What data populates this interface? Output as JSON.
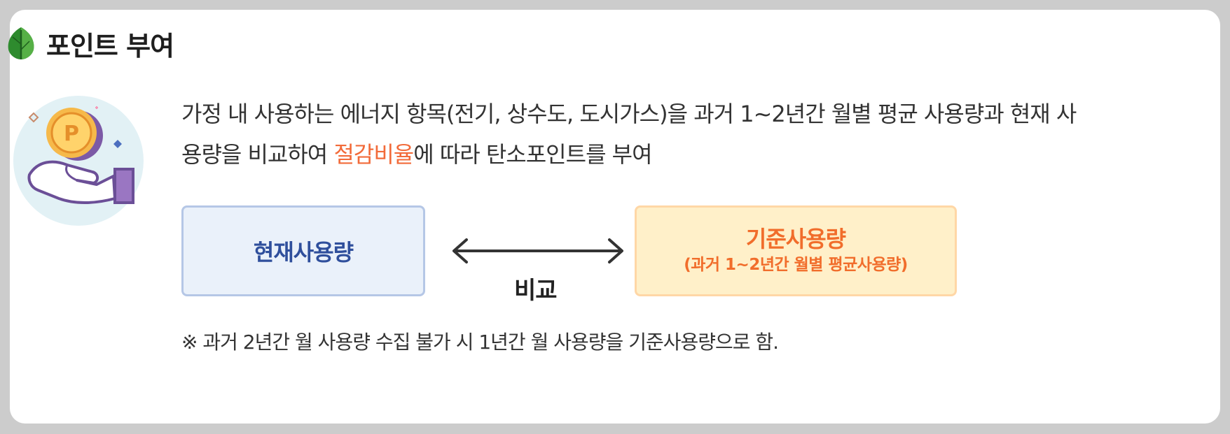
{
  "header": {
    "title": "포인트 부여",
    "icon": "leaf-icon"
  },
  "description": {
    "line1": "가정 내 사용하는 에너지 항목(전기, 상수도, 도시가스)을 과거 1~2년간 월별 평균 사용량과 현재 사",
    "line2_before": "용량을 비교하여 ",
    "line2_highlight": "절감비율",
    "line2_after": "에 따라 탄소포인트를 부여"
  },
  "diagram": {
    "current_label": "현재사용량",
    "compare_label": "비교",
    "baseline_label": "기준사용량",
    "baseline_sublabel": "(과거 1~2년간 월별 평균사용량)"
  },
  "note": "※ 과거 2년간 월 사용량 수집 불가 시 1년간 월 사용량을 기준사용량으로 함.",
  "icons": {
    "illustration": "hand-holding-point-coin-icon",
    "arrow": "double-arrow-icon"
  },
  "colors": {
    "highlight": "#f26b3a",
    "current_box_bg": "#eaf1fa",
    "current_box_text": "#2f4f9c",
    "baseline_box_bg": "#fff0c9",
    "baseline_box_text": "#f16d2b",
    "leaf": "#3a9a3a"
  }
}
